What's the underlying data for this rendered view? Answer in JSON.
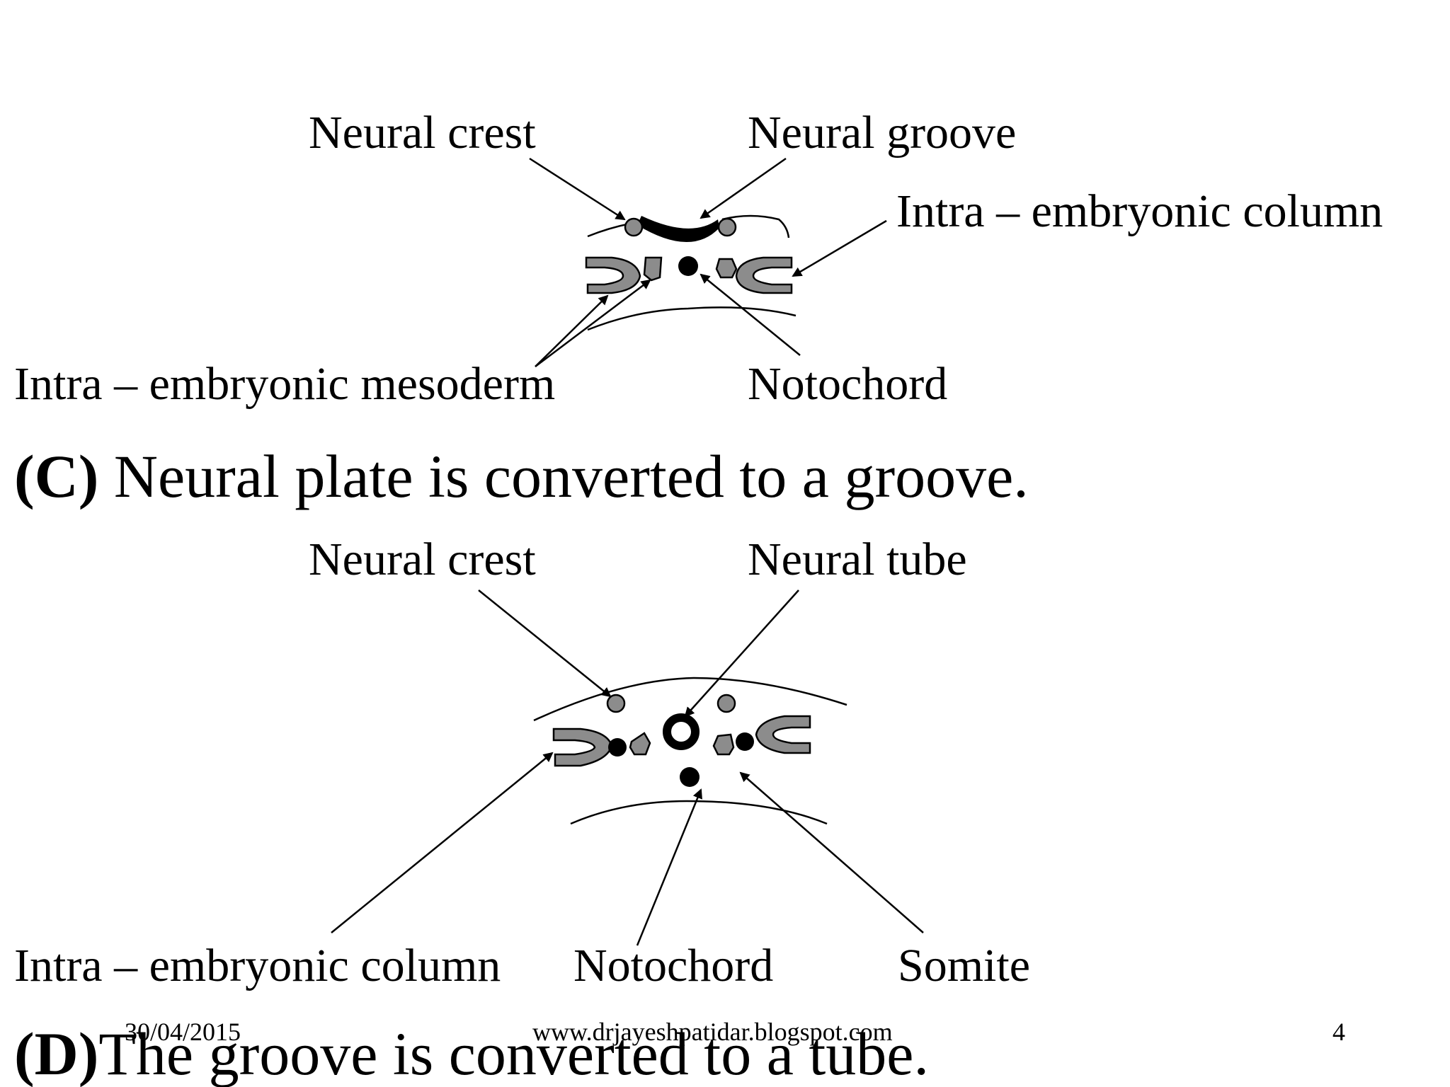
{
  "diagram_c": {
    "labels": {
      "neural_crest": "Neural crest",
      "neural_groove": "Neural groove",
      "intra_embryonic_column": "Intra – embryonic column",
      "intra_embryonic_mesoderm": "Intra – embryonic mesoderm",
      "notochord": "Notochord"
    },
    "caption_letter": "(C)",
    "caption_text": " Neural plate is converted to a groove."
  },
  "diagram_d": {
    "labels": {
      "neural_crest": "Neural crest",
      "neural_tube": "Neural tube",
      "intra_embryonic_column": "Intra – embryonic column",
      "notochord": "Notochord",
      "somite": "Somite"
    },
    "caption_letter": "(D)",
    "caption_text": "The groove is converted to a tube."
  },
  "footer": {
    "date": "30/04/2015",
    "url": "www.drjayeshpatidar.blogspot.com",
    "page_number": "4"
  },
  "colors": {
    "structure_grey": "#8c8c8c",
    "ink": "#000000",
    "background": "#ffffff"
  }
}
